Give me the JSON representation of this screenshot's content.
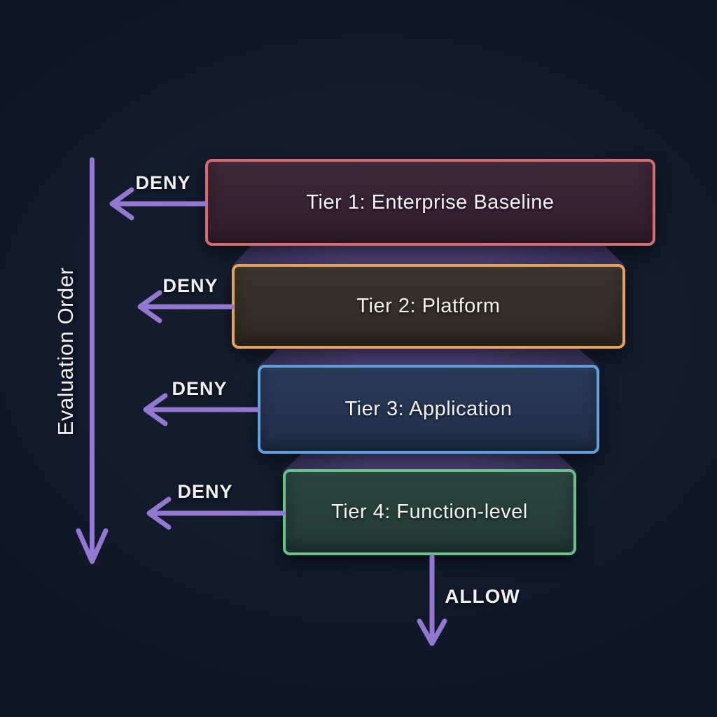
{
  "diagram": {
    "axis_label": "Evaluation Order",
    "allow_label": "ALLOW",
    "tiers": [
      {
        "label": "Tier 1: Enterprise Baseline",
        "deny_label": "DENY",
        "border_color": "#d66b6e",
        "fill_top": "#3d2738",
        "fill_bottom": "#311e2d"
      },
      {
        "label": "Tier 2: Platform",
        "deny_label": "DENY",
        "border_color": "#e7a258",
        "fill_top": "#3b332d",
        "fill_bottom": "#2f2925"
      },
      {
        "label": "Tier 3: Application",
        "deny_label": "DENY",
        "border_color": "#5f9fdd",
        "fill_top": "#293a59",
        "fill_bottom": "#212f49"
      },
      {
        "label": "Tier 4: Function-level",
        "deny_label": "DENY",
        "border_color": "#69bf8d",
        "fill_top": "#2a463f",
        "fill_bottom": "#223a34"
      }
    ],
    "colors": {
      "background": "#111a2b",
      "arrow": "#9278d0",
      "connector": "#4f4479",
      "connector_dark": "#3c3460",
      "text": "#f2f0f1"
    }
  }
}
